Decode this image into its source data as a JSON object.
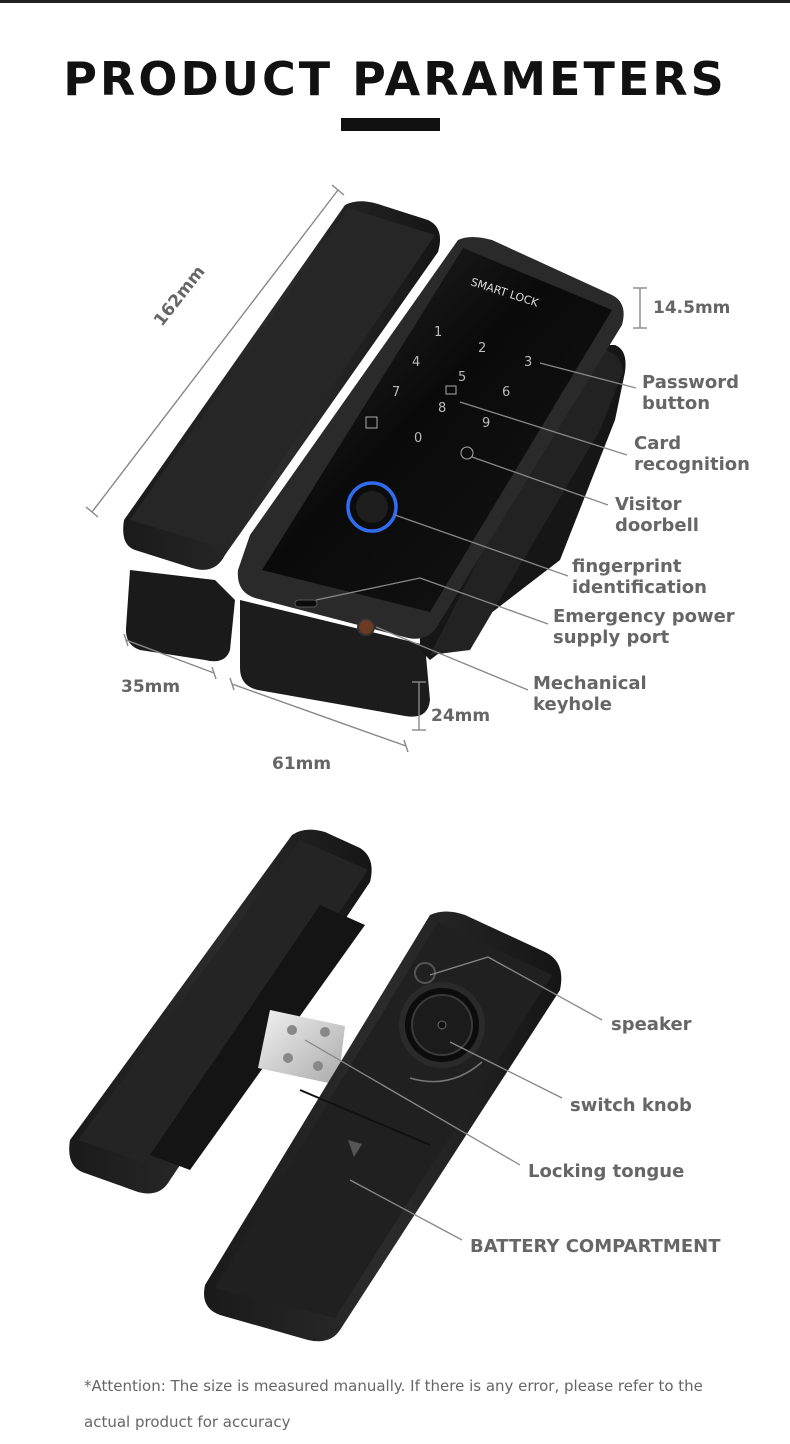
{
  "header": {
    "title": "PRODUCT PARAMETERS"
  },
  "top_view": {
    "device_brand": "SMART LOCK",
    "keypad": [
      "1",
      "2",
      "3",
      "4",
      "5",
      "6",
      "7",
      "8",
      "9",
      "0"
    ],
    "dimensions": {
      "length": "162mm",
      "thickness": "14.5mm",
      "width_small": "35mm",
      "width_total": "61mm",
      "height_base": "24mm"
    },
    "callouts": {
      "password_button": [
        "Password",
        "button"
      ],
      "card_recognition": [
        "Card",
        "recognition"
      ],
      "visitor_doorbell": [
        "Visitor",
        "doorbell"
      ],
      "fingerprint": [
        "fingerprint",
        "identification"
      ],
      "emergency_power": [
        "Emergency power",
        "supply port"
      ],
      "mechanical_keyhole": [
        "Mechanical",
        "keyhole"
      ]
    }
  },
  "bottom_view": {
    "callouts": {
      "speaker": "speaker",
      "switch_knob": "switch knob",
      "locking_tongue": "Locking tongue",
      "battery": "BATTERY COMPARTMENT"
    }
  },
  "footer": {
    "note_line1": "*Attention: The size is measured manually. If there is any error, please refer to the",
    "note_line2": "actual product for accuracy"
  },
  "colors": {
    "accent_ring": "#2f6cf0",
    "body": "#1c1c1c",
    "label": "#666666"
  }
}
